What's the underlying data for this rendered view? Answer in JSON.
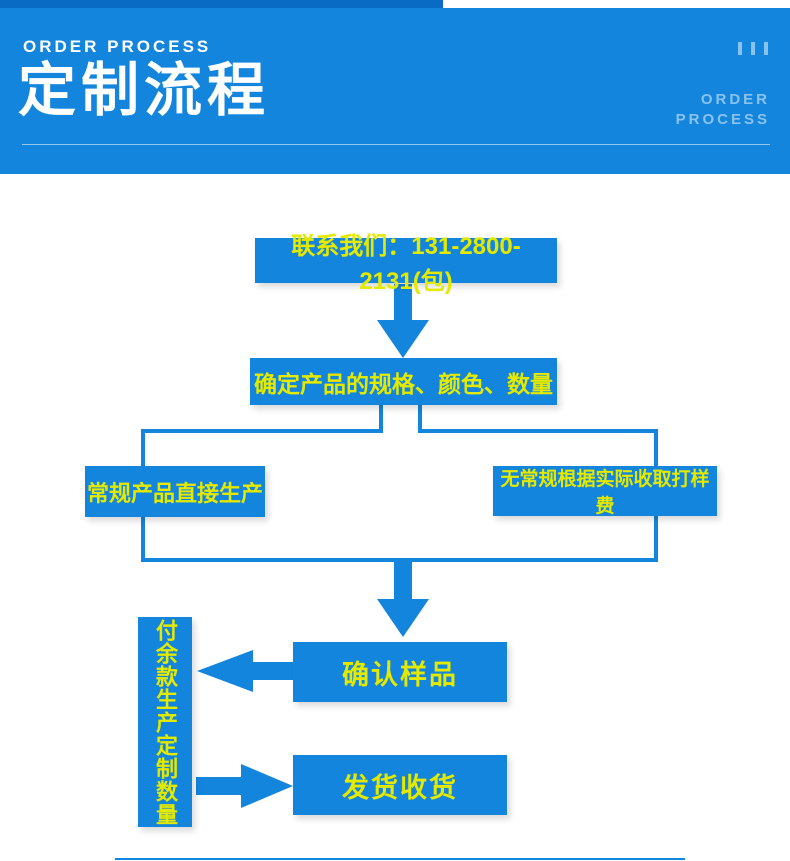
{
  "header": {
    "kicker": "ORDER PROCESS",
    "title": "定制流程",
    "watermark_line1": "ORDER",
    "watermark_line2": "PROCESS",
    "tick_marks_icon": "three-vertical-bars"
  },
  "flow": {
    "step_contact": "联系我们：131-2800-2131(包)",
    "step_spec": "确定产品的规格、颜色、数量",
    "branch_regular": "常规产品直接生产",
    "branch_custom": "无常规根据实际收取打样费",
    "step_confirm": "确认样品",
    "step_payment": "付余款生产定制数量",
    "step_ship": "发货收货"
  },
  "colors": {
    "blue": "#1485dc",
    "blue-dark": "#0a6bc4",
    "yellow": "#e3e900"
  }
}
